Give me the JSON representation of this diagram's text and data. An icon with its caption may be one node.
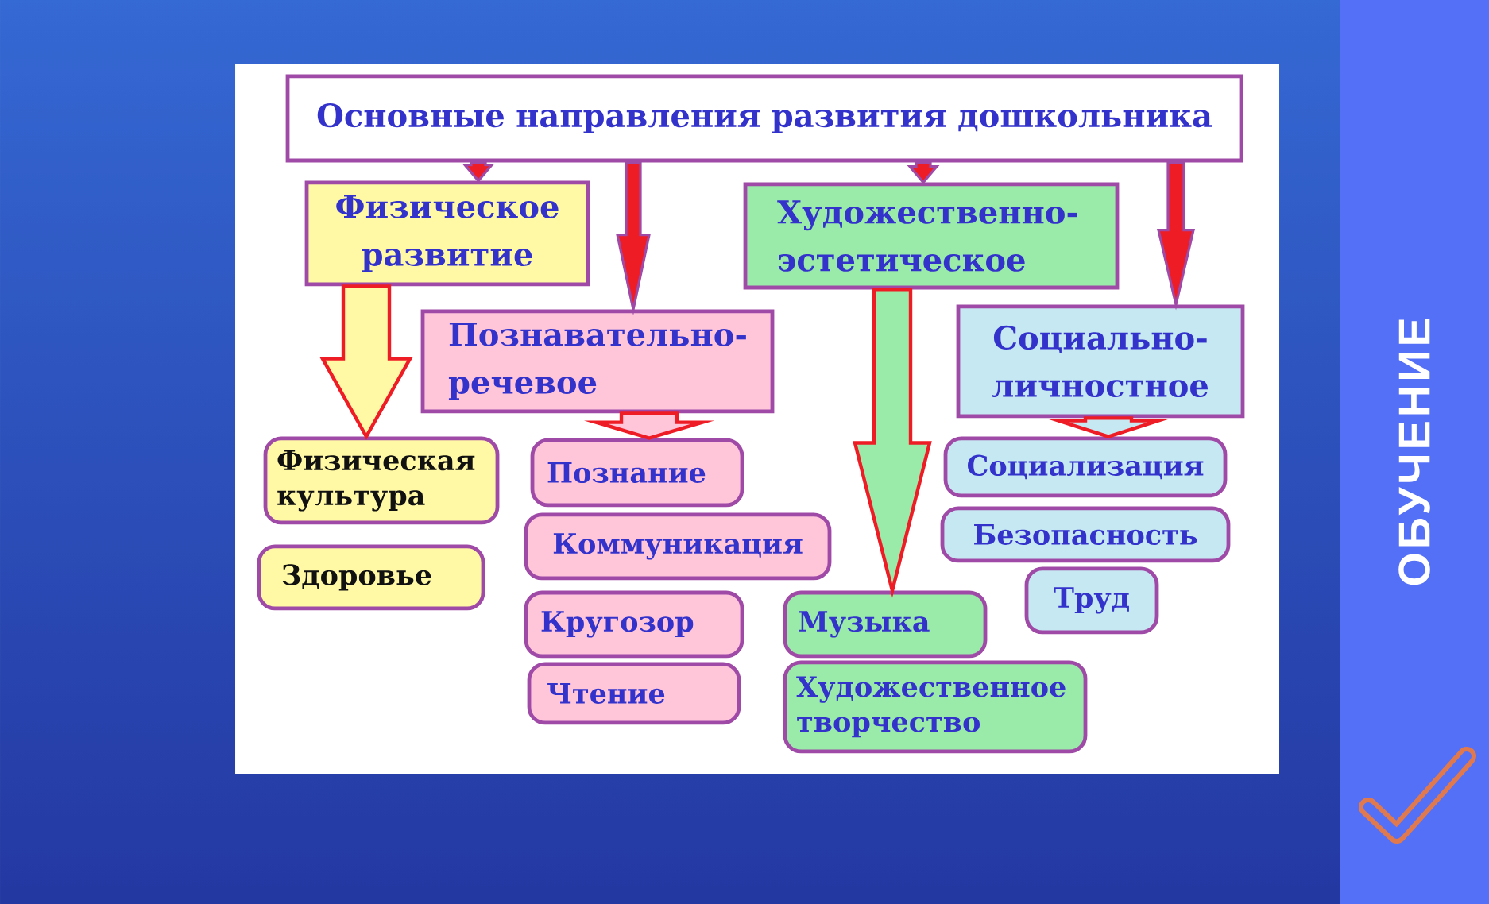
{
  "diagram": {
    "nodes": [
      {
        "text": [
          "Основные направления развития дошкольника"
        ]
      },
      {
        "text": [
          "Физическое развитие"
        ]
      },
      {
        "text": [
          "Художественно-эстетическое"
        ]
      },
      {
        "text": [
          "Познавательно-речевое"
        ]
      },
      {
        "text": [
          "Социально-личностное"
        ]
      },
      {
        "text": [
          "Физическая культура"
        ]
      },
      {
        "text": [
          "Здоровье"
        ]
      },
      {
        "text": [
          "Познание"
        ]
      },
      {
        "text": [
          "Коммуникация"
        ]
      },
      {
        "text": [
          "Кругозор"
        ]
      },
      {
        "text": [
          "Чтение"
        ]
      },
      {
        "text": [
          "Социализация"
        ]
      },
      {
        "text": [
          "Безопасность"
        ]
      },
      {
        "text": [
          "Труд"
        ]
      },
      {
        "text": [
          "Музыка"
        ]
      },
      {
        "text": [
          "Художественное творчество"
        ]
      },
      {
        "text": [
          "ОБУЧЕНИЕ"
        ]
      }
    ],
    "edges": [
      {
        "from": 0,
        "to": 1,
        "arrow": "to"
      },
      {
        "from": 0,
        "to": 3,
        "arrow": "to"
      },
      {
        "from": 0,
        "to": 2,
        "arrow": "to"
      },
      {
        "from": 0,
        "to": 4,
        "arrow": "to"
      },
      {
        "from": 1,
        "to": 5,
        "arrow": "to",
        "style": "thick"
      },
      {
        "from": 3,
        "to": 7,
        "arrow": "to",
        "style": "thick"
      },
      {
        "from": 2,
        "to": 14,
        "arrow": "to",
        "style": "thick"
      },
      {
        "from": 4,
        "to": 11,
        "arrow": "to",
        "style": "thick"
      }
    ]
  }
}
